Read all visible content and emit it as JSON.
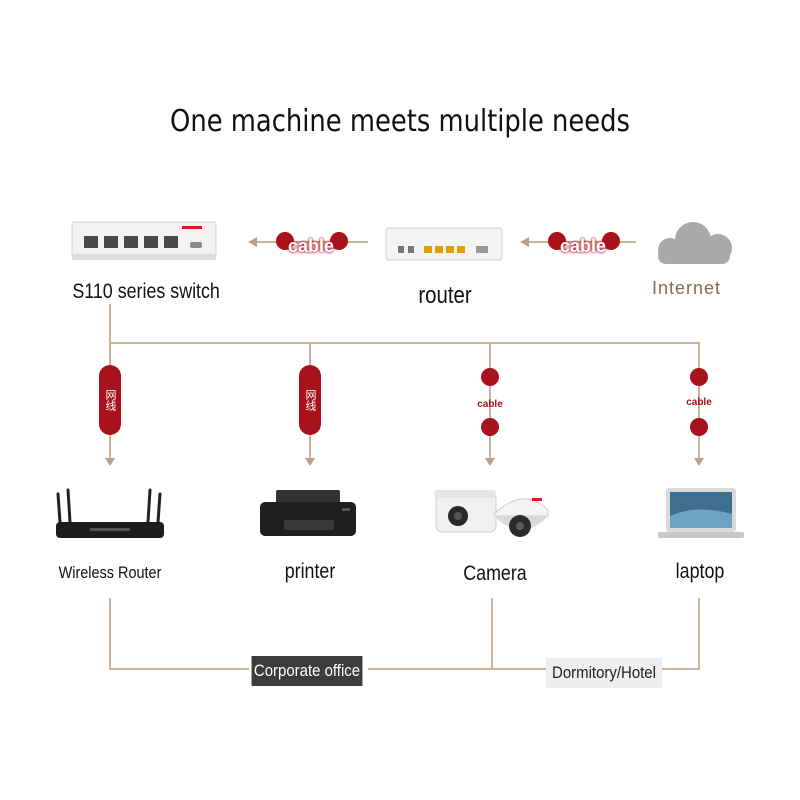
{
  "title": "One machine meets multiple needs",
  "devices": {
    "switch": "S110 series switch",
    "router": "router",
    "internet": "Internet",
    "wireless_router": "Wireless Router",
    "printer": "printer",
    "camera": "Camera",
    "laptop": "laptop"
  },
  "cable_label": "cable",
  "pill_label": "网线",
  "scenes": {
    "corporate": "Corporate office",
    "dormitory": "Dormitory/Hotel"
  },
  "colors": {
    "accent": "#a8121c",
    "line": "#c9b39d",
    "cloud": "#a9a9a9"
  }
}
